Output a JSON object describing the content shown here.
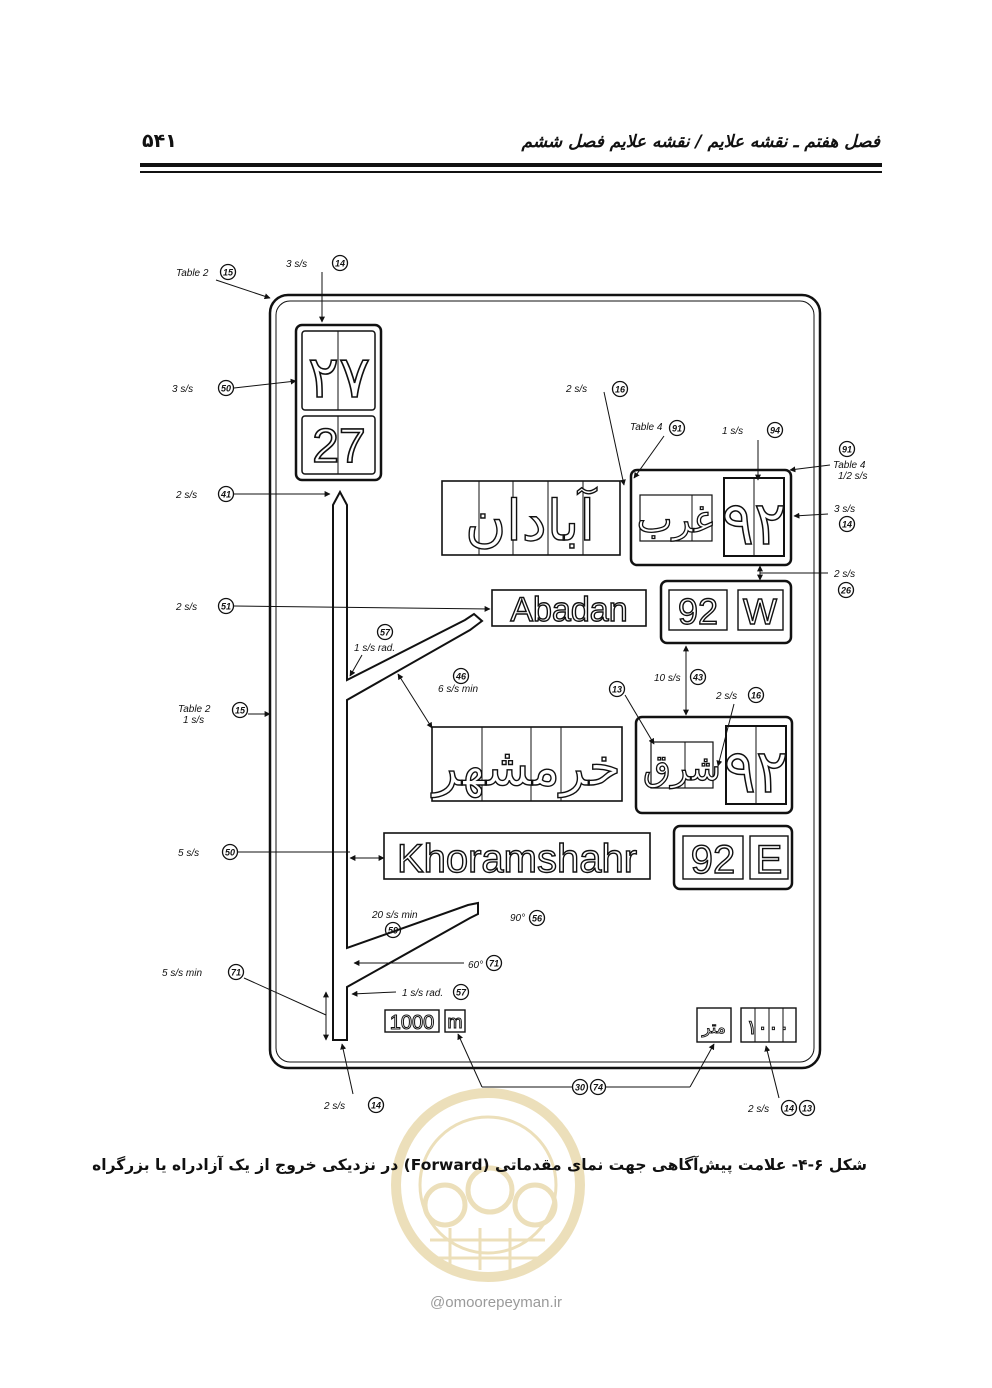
{
  "header": {
    "page_number": "۵۴۱",
    "running_title": "فصل هفتم ـ نقشه علایم / نقشه علایم فصل ششم"
  },
  "sign": {
    "route_top_persian": "۲۷",
    "route_top_latin": "27",
    "dest1_persian": "آبادان",
    "dest1_dir_persian": "غرب",
    "dest1_route_persian": "۹۲",
    "dest1_latin": "Abadan",
    "dest1_route_latin": "92",
    "dest1_dir_latin": "W",
    "dest2_persian": "خرمشهر",
    "dest2_dir_persian": "شرق",
    "dest2_route_persian": "۹۲",
    "dest2_latin": "Khoramshahr",
    "dest2_route_latin": "92",
    "dest2_dir_latin": "E",
    "dist_latin_value": "1000",
    "dist_latin_unit": "m",
    "dist_persian_unit": "متر",
    "dist_persian_value": "۱۰۰۰"
  },
  "dimensions": {
    "top_left_table": "Table 2",
    "top_left_num": "15",
    "top_spacing": "3 s/s",
    "top_spacing_num": "14",
    "left_3ss": "3 s/s",
    "left_3ss_num": "50",
    "left_2ss": "2 s/s",
    "left_2ss_num": "41",
    "abadan_2ss": "2 s/s",
    "abadan_2ss_num": "51",
    "rad_1ss": "1 s/s  rad.",
    "rad_1ss_num": "57",
    "min_6ss": "6 s/s  min",
    "min_6ss_num": "46",
    "table2_border": "Table 2",
    "table2_border_sub": "1 s/s",
    "table2_border_num": "15",
    "left_5ss": "5 s/s",
    "left_5ss_num": "50",
    "min_20ss": "20 s/s  min",
    "min_20ss_num": "59",
    "angle_90": "90°",
    "angle_90_num": "56",
    "angle_60": "60°",
    "angle_60_num": "71",
    "min_5ss": "5 s/s min",
    "min_5ss_num": "71",
    "rad2_1ss": "1 s/s  rad.",
    "rad2_1ss_num": "57",
    "bottom_2ss": "2 s/s",
    "bottom_2ss_num": "14",
    "bottom_center_a": "30",
    "bottom_center_b": "74",
    "bottom_right_2ss": "2 s/s",
    "bottom_right_num_a": "14",
    "bottom_right_num_b": "13",
    "dest_2ss": "2 s/s",
    "dest_2ss_num": "16",
    "table4": "Table 4",
    "table4_num": "91",
    "route_1ss": "1 s/s",
    "route_1ss_num": "94",
    "right_table4_num": "91",
    "right_table4": "Table 4",
    "right_table4_sub": "1/2  s/s",
    "right_3ss": "3 s/s",
    "right_3ss_num": "14",
    "right_2ss": "2 s/s",
    "right_2ss_num": "26",
    "ss10": "10 s/s",
    "ss10_num": "43",
    "east_num": "13",
    "east_2ss": "2 s/s",
    "east_2ss_num": "16"
  },
  "caption": "شکل ۶-۴- علامت پیش‌آگاهی جهت نمای مقدماتی (Forward) در نزدیکی خروج از یک آزادراه یا بزرگراه",
  "footer": {
    "url": "@omoorepeyman.ir"
  }
}
